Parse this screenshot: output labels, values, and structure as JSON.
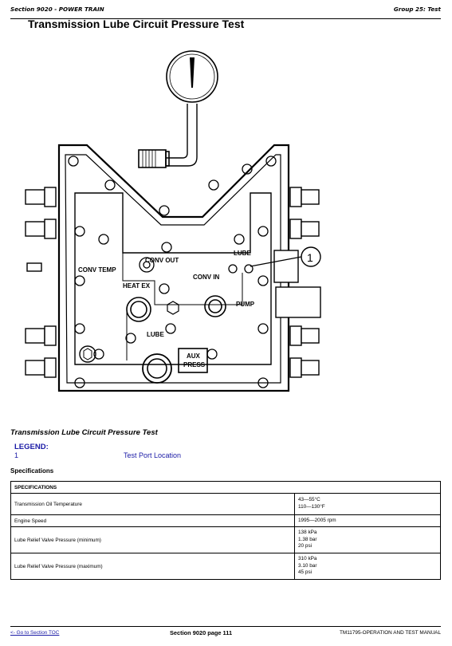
{
  "header": {
    "section": "Section 9020 - POWER TRAIN",
    "group": "Group 25: Test"
  },
  "title": "Transmission Lube Circuit Pressure Test",
  "figure": {
    "callout": "1",
    "labels": {
      "conv_out": "CONV OUT",
      "lube_top": "LUBE",
      "conv_temp": "CONV TEMP",
      "conv_in": "CONV IN",
      "heat_ex": "HEAT EX",
      "pump": "PUMP",
      "lube_bottom": "LUBE",
      "aux": "AUX",
      "press": "PRESS"
    }
  },
  "caption": "Transmission Lube Circuit Pressure Test",
  "legend": {
    "title": "LEGEND:",
    "items": [
      {
        "num": "1",
        "desc": "Test Port Location"
      }
    ]
  },
  "specifications_heading": "Specifications",
  "spec_table": {
    "header": "SPECIFICATIONS",
    "rows": [
      {
        "name": "Transmission Oil Temperature",
        "v1": "43—55°C",
        "v2": "110—130°F",
        "v3": ""
      },
      {
        "name": "Engine Speed",
        "v1": "1995—2005 rpm",
        "v2": "",
        "v3": ""
      },
      {
        "name": "Lube Relief Valve Pressure (minimum)",
        "v1": "138 kPa",
        "v2": "1.38 bar",
        "v3": "20 psi"
      },
      {
        "name": "Lube Relief Valve Pressure (maximum)",
        "v1": "310 kPa",
        "v2": "3.10 bar",
        "v3": "45 psi"
      }
    ]
  },
  "footer": {
    "toc_link": "<- Go to Section TOC",
    "page": "Section 9020 page 111",
    "manual": "TM11795-OPERATION AND TEST MANUAL"
  }
}
